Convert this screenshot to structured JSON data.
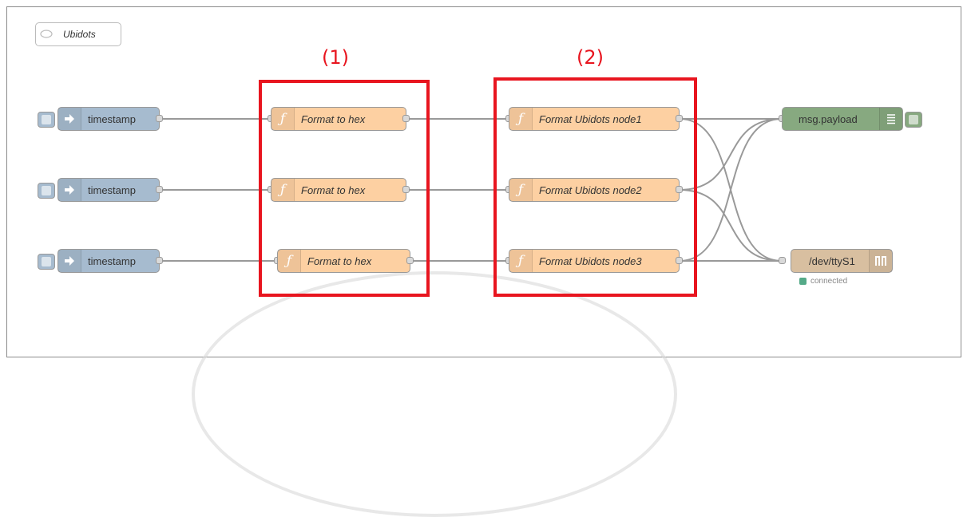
{
  "canvas": {
    "comment_label": "Ubidots",
    "box_labels": [
      "(1)",
      "(2)"
    ],
    "inject_nodes": [
      {
        "label": "timestamp"
      },
      {
        "label": "timestamp"
      },
      {
        "label": "timestamp"
      }
    ],
    "function_nodes_1": [
      {
        "label": "Format to hex"
      },
      {
        "label": "Format to hex"
      },
      {
        "label": "Format to hex"
      }
    ],
    "function_nodes_2": [
      {
        "label": "Format Ubidots node1"
      },
      {
        "label": "Format Ubidots node2"
      },
      {
        "label": "Format Ubidots node3"
      }
    ],
    "debug_node": {
      "label": "msg.payload"
    },
    "serial_node": {
      "label": "/dev/ttyS1",
      "status": "connected"
    }
  },
  "colors": {
    "inject": "#a6bbcf",
    "function": "#fdd0a2",
    "debug": "#87a980",
    "serial": "#d8bfa0",
    "highlight": "#e8151f",
    "status_ok": "#55aa88"
  }
}
